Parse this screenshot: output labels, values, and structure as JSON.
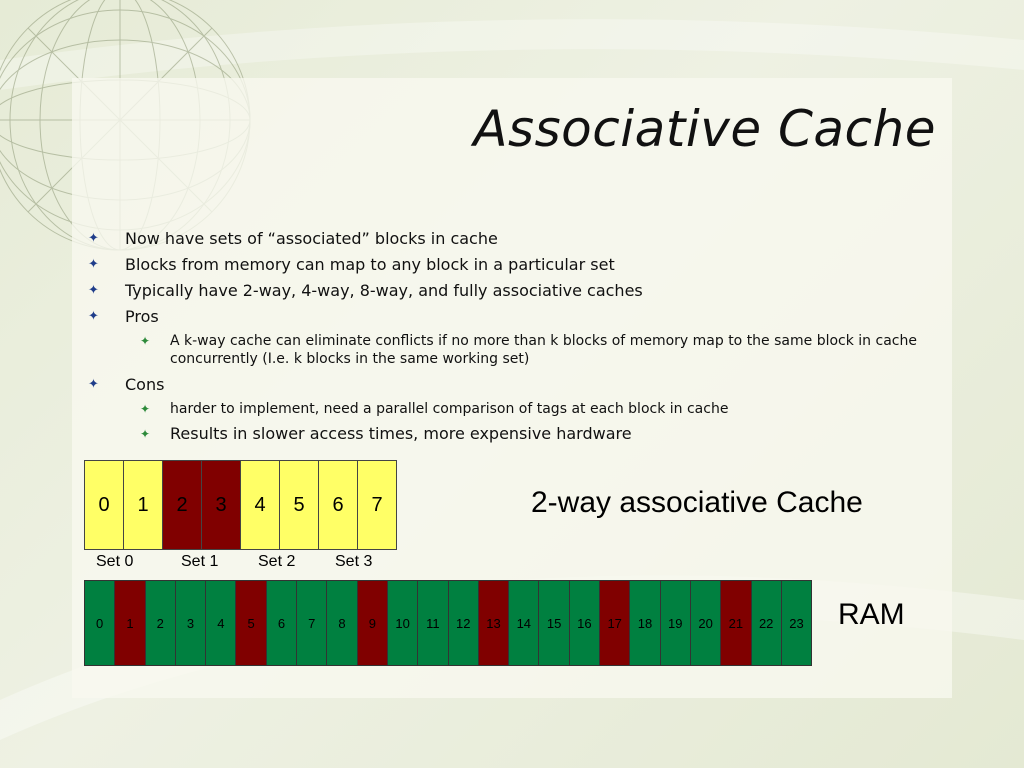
{
  "slide": {
    "title": "Associative Cache",
    "bullets": [
      {
        "level": 1,
        "text": "Now have sets of “associated” blocks in cache"
      },
      {
        "level": 1,
        "text": "Blocks from memory can map to any block in a particular set"
      },
      {
        "level": 1,
        "text": "Typically have 2-way, 4-way, 8-way, and fully associative caches"
      },
      {
        "level": 1,
        "text": "Pros"
      },
      {
        "level": 2,
        "text": "A k-way cache can eliminate conflicts if no more than k blocks of memory map to the same block in cache concurrently (I.e. k blocks in the same working set)"
      },
      {
        "level": 1,
        "text": "Cons"
      },
      {
        "level": 2,
        "text": "harder to implement, need a parallel comparison of tags at each block in cache"
      },
      {
        "level": 2,
        "text": "Results in slower access times, more expensive hardware",
        "large": true
      }
    ]
  },
  "diagram": {
    "cache_caption": "2-way associative Cache",
    "ram_caption": "RAM",
    "cache_blocks": [
      {
        "label": "0",
        "color": "#ffff66"
      },
      {
        "label": "1",
        "color": "#ffff66"
      },
      {
        "label": "2",
        "color": "#800000"
      },
      {
        "label": "3",
        "color": "#800000"
      },
      {
        "label": "4",
        "color": "#ffff66"
      },
      {
        "label": "5",
        "color": "#ffff66"
      },
      {
        "label": "6",
        "color": "#ffff66"
      },
      {
        "label": "7",
        "color": "#ffff66"
      }
    ],
    "set_labels": [
      "Set 0",
      "Set 1",
      "Set 2",
      "Set 3"
    ],
    "ram_blocks": [
      {
        "label": "0",
        "color": "#008040"
      },
      {
        "label": "1",
        "color": "#800000"
      },
      {
        "label": "2",
        "color": "#008040"
      },
      {
        "label": "3",
        "color": "#008040"
      },
      {
        "label": "4",
        "color": "#008040"
      },
      {
        "label": "5",
        "color": "#800000"
      },
      {
        "label": "6",
        "color": "#008040"
      },
      {
        "label": "7",
        "color": "#008040"
      },
      {
        "label": "8",
        "color": "#008040"
      },
      {
        "label": "9",
        "color": "#800000"
      },
      {
        "label": "10",
        "color": "#008040"
      },
      {
        "label": "11",
        "color": "#008040"
      },
      {
        "label": "12",
        "color": "#008040"
      },
      {
        "label": "13",
        "color": "#800000"
      },
      {
        "label": "14",
        "color": "#008040"
      },
      {
        "label": "15",
        "color": "#008040"
      },
      {
        "label": "16",
        "color": "#008040"
      },
      {
        "label": "17",
        "color": "#800000"
      },
      {
        "label": "18",
        "color": "#008040"
      },
      {
        "label": "19",
        "color": "#008040"
      },
      {
        "label": "20",
        "color": "#008040"
      },
      {
        "label": "21",
        "color": "#800000"
      },
      {
        "label": "22",
        "color": "#008040"
      },
      {
        "label": "23",
        "color": "#008040"
      }
    ]
  },
  "theme": {
    "bullet_icon_level1": "four-point-star-icon",
    "bullet_icon_level2": "four-point-star-icon",
    "bullet_color_level1": "#1f3d8a",
    "bullet_color_level2": "#2d8a3a"
  }
}
